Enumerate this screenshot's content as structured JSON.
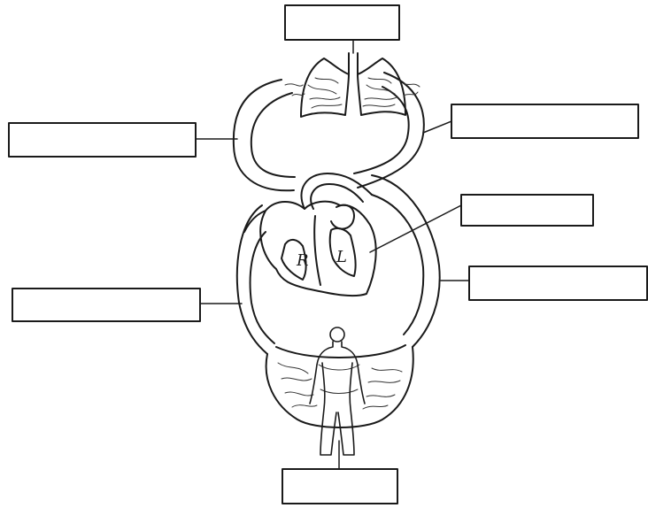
{
  "diagram": {
    "heart_labels": {
      "right": "R",
      "left": "L"
    },
    "label_boxes": [
      {
        "id": "top",
        "value": ""
      },
      {
        "id": "upper-left",
        "value": ""
      },
      {
        "id": "upper-right",
        "value": ""
      },
      {
        "id": "middle-right",
        "value": ""
      },
      {
        "id": "lower-left",
        "value": ""
      },
      {
        "id": "lower-right",
        "value": ""
      },
      {
        "id": "bottom",
        "value": ""
      }
    ]
  }
}
